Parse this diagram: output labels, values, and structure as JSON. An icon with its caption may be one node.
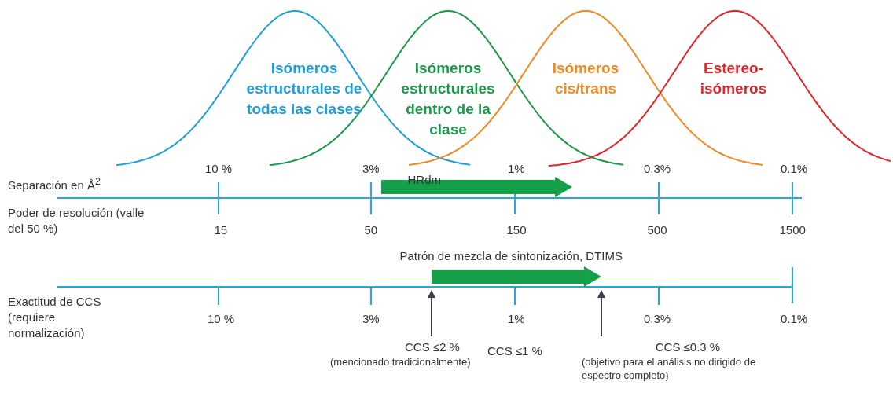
{
  "diagram": {
    "nodes": [
      {
        "text": [
          "Isómeros estructurales de todas las clases"
        ]
      },
      {
        "text": [
          "Isómeros estructurales dentro de la clase"
        ]
      },
      {
        "text": [
          "Isómeros cis/trans"
        ]
      },
      {
        "text": [
          "Estereo-isómeros"
        ]
      },
      {
        "text": [
          "CCS ≤2 %",
          "(mencionado tradicionalmente)"
        ]
      },
      {
        "text": [
          "CCS ≤0.3 %",
          "(objetivo para el análisis no dirigido de espectro completo)"
        ]
      }
    ],
    "edges": [
      {
        "from": 4,
        "to": null,
        "arrow": "to"
      },
      {
        "from": 5,
        "to": null,
        "arrow": "to"
      }
    ],
    "labels": [
      "10 %",
      "3%",
      "1%",
      "0.3%",
      "0.1%",
      "HRdm",
      "Separación en Å$^{2}$",
      "Poder de resolución (valle del 50 %)",
      "15",
      "50",
      "150",
      "500",
      "1500",
      "Patrón de mezcla de sintonización, DTIMS",
      "Exactitud de CCS (requiere normalización)",
      "10 %",
      "3%",
      "1%",
      "0.3%",
      "0.1%",
      "CCS ≤1 %"
    ]
  }
}
